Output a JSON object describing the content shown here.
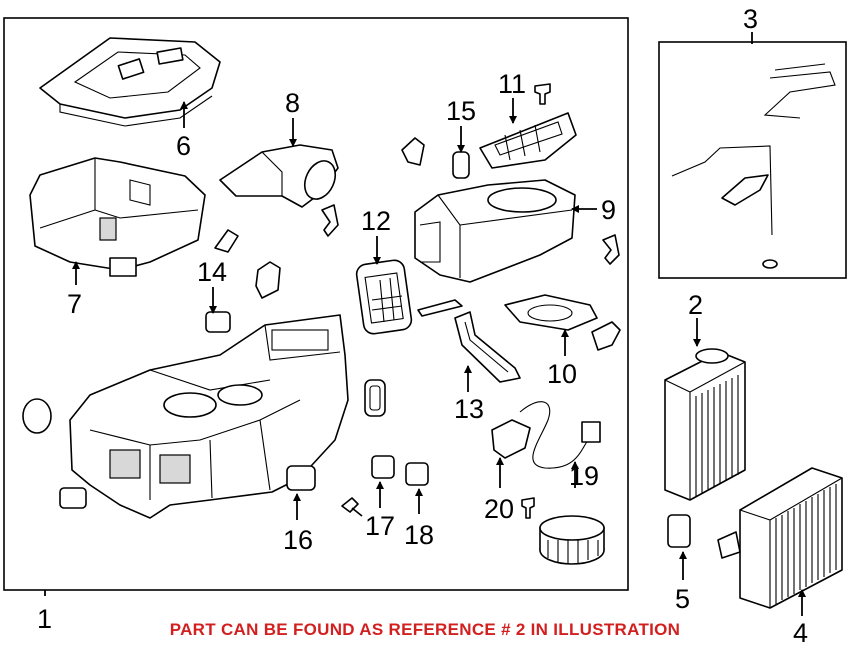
{
  "colors": {
    "note": "#d21f1f",
    "line": "#000000"
  },
  "reference_numbers": [
    "1",
    "2",
    "3",
    "4",
    "5",
    "6",
    "7",
    "8",
    "9",
    "10",
    "11",
    "12",
    "13",
    "14",
    "15",
    "16",
    "17",
    "18",
    "19",
    "20"
  ],
  "note": "PART CAN BE FOUND AS REFERENCE # 2 IN ILLUSTRATION"
}
